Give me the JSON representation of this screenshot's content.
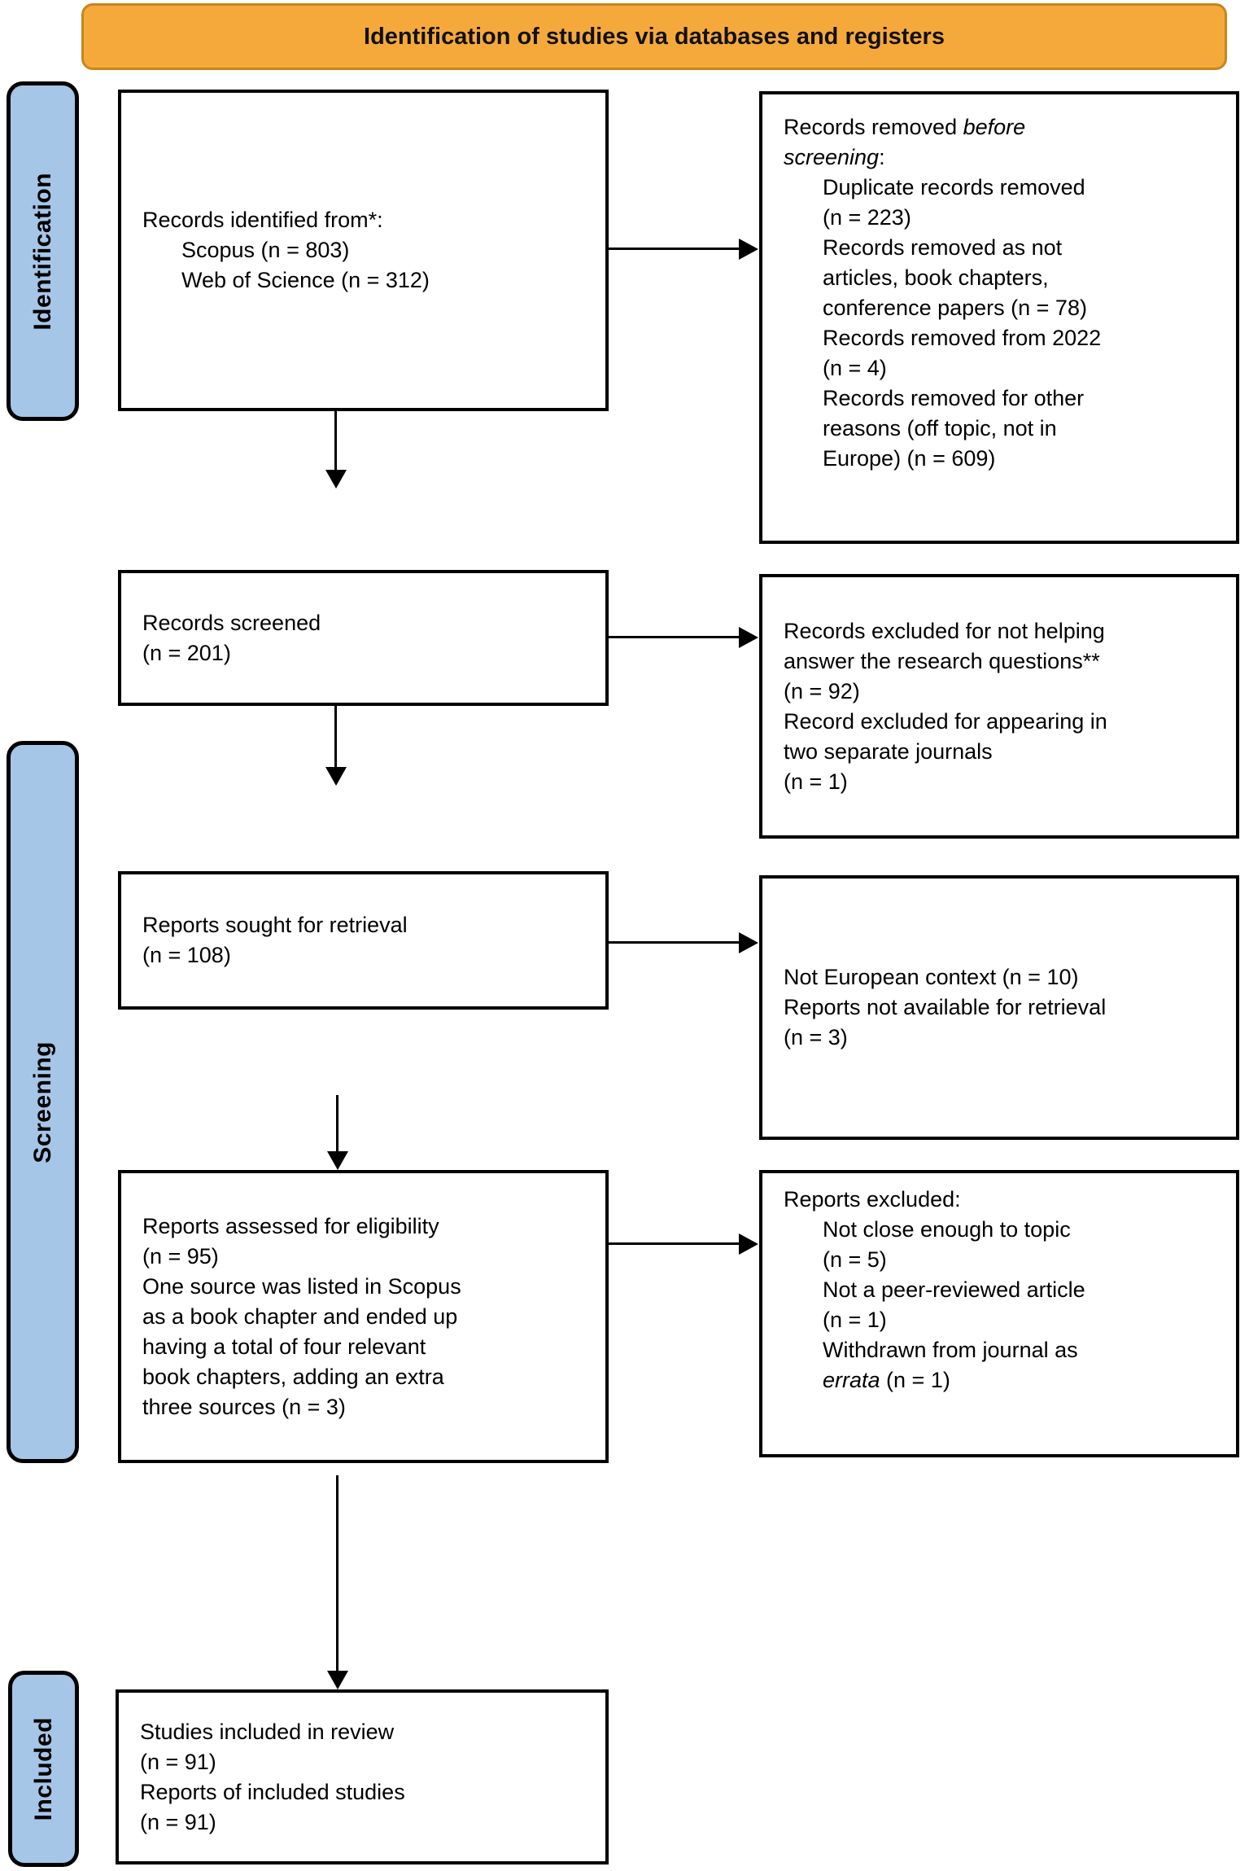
{
  "banner": {
    "title": "Identification of studies via databases and registers"
  },
  "stages": [
    {
      "id": "identification",
      "label": "Identification"
    },
    {
      "id": "screening",
      "label": "Screening"
    },
    {
      "id": "included",
      "label": "Included"
    }
  ],
  "colors": {
    "banner_bg": "#F6A93B",
    "banner_border": "#C5861B",
    "stage_bg": "#A6C6E8",
    "line_color": "#000000",
    "box_bg": "#FFFFFF"
  },
  "boxes": {
    "records_identified": {
      "lines": [
        {
          "ind": 0,
          "seg": [
            {
              "t": "Records identified from*:"
            }
          ]
        },
        {
          "ind": 1,
          "seg": [
            {
              "t": "Scopus (n = 803)"
            }
          ]
        },
        {
          "ind": 1,
          "seg": [
            {
              "t": "Web of Science (n = 312)"
            }
          ]
        }
      ]
    },
    "records_removed_before_screening": {
      "lines": [
        {
          "ind": 0,
          "seg": [
            {
              "t": "Records removed "
            },
            {
              "t": "before",
              "it": true
            }
          ]
        },
        {
          "ind": 0,
          "seg": [
            {
              "t": "screening",
              "it": true
            },
            {
              "t": ":"
            }
          ]
        },
        {
          "ind": 1,
          "seg": [
            {
              "t": "Duplicate records removed"
            }
          ]
        },
        {
          "ind": 1,
          "seg": [
            {
              "t": "(n = 223)"
            }
          ]
        },
        {
          "ind": 1,
          "seg": [
            {
              "t": "Records removed as not"
            }
          ]
        },
        {
          "ind": 1,
          "seg": [
            {
              "t": "articles, book chapters,"
            }
          ]
        },
        {
          "ind": 1,
          "seg": [
            {
              "t": "conference papers (n = 78)"
            }
          ]
        },
        {
          "ind": 1,
          "seg": [
            {
              "t": "Records removed from 2022"
            }
          ]
        },
        {
          "ind": 1,
          "seg": [
            {
              "t": "(n = 4)"
            }
          ]
        },
        {
          "ind": 1,
          "seg": [
            {
              "t": "Records removed for other"
            }
          ]
        },
        {
          "ind": 1,
          "seg": [
            {
              "t": "reasons (off topic, not in"
            }
          ]
        },
        {
          "ind": 1,
          "seg": [
            {
              "t": "Europe) (n = 609)"
            }
          ]
        }
      ]
    },
    "records_screened": {
      "lines": [
        {
          "ind": 0,
          "seg": [
            {
              "t": "Records screened"
            }
          ]
        },
        {
          "ind": 0,
          "seg": [
            {
              "t": "(n = 201)"
            }
          ]
        }
      ]
    },
    "records_excluded": {
      "lines": [
        {
          "ind": 0,
          "seg": [
            {
              "t": "Records excluded for not helping"
            }
          ]
        },
        {
          "ind": 0,
          "seg": [
            {
              "t": "answer the research questions**"
            }
          ]
        },
        {
          "ind": 0,
          "seg": [
            {
              "t": "(n = 92)"
            }
          ]
        },
        {
          "ind": 0,
          "seg": [
            {
              "t": "Record excluded for appearing in"
            }
          ]
        },
        {
          "ind": 0,
          "seg": [
            {
              "t": "two separate journals"
            }
          ]
        },
        {
          "ind": 0,
          "seg": [
            {
              "t": "(n = 1)"
            }
          ]
        }
      ]
    },
    "reports_sought": {
      "lines": [
        {
          "ind": 0,
          "seg": [
            {
              "t": "Reports sought for retrieval"
            }
          ]
        },
        {
          "ind": 0,
          "seg": [
            {
              "t": "(n = 108)"
            }
          ]
        }
      ]
    },
    "reports_not_retrieved": {
      "lines": [
        {
          "ind": 0,
          "seg": [
            {
              "t": "Not European context (n = 10)"
            }
          ]
        },
        {
          "ind": 0,
          "seg": [
            {
              "t": "Reports not available for retrieval"
            }
          ]
        },
        {
          "ind": 0,
          "seg": [
            {
              "t": "(n = 3)"
            }
          ]
        }
      ]
    },
    "reports_assessed": {
      "lines": [
        {
          "ind": 0,
          "seg": [
            {
              "t": "Reports assessed for eligibility"
            }
          ]
        },
        {
          "ind": 0,
          "seg": [
            {
              "t": "(n = 95)"
            }
          ]
        },
        {
          "ind": 0,
          "seg": [
            {
              "t": "One source was listed in Scopus"
            }
          ]
        },
        {
          "ind": 0,
          "seg": [
            {
              "t": "as a book chapter and ended up"
            }
          ]
        },
        {
          "ind": 0,
          "seg": [
            {
              "t": "having a total of four relevant"
            }
          ]
        },
        {
          "ind": 0,
          "seg": [
            {
              "t": "book chapters, adding an extra"
            }
          ]
        },
        {
          "ind": 0,
          "seg": [
            {
              "t": "three sources (n = 3)"
            }
          ]
        }
      ]
    },
    "reports_excluded": {
      "lines": [
        {
          "ind": 0,
          "seg": [
            {
              "t": "Reports excluded:"
            }
          ]
        },
        {
          "ind": 1,
          "seg": [
            {
              "t": "Not close enough to topic"
            }
          ]
        },
        {
          "ind": 1,
          "seg": [
            {
              "t": "(n = 5)"
            }
          ]
        },
        {
          "ind": 1,
          "seg": [
            {
              "t": "Not a peer-reviewed article"
            }
          ]
        },
        {
          "ind": 1,
          "seg": [
            {
              "t": "(n = 1)"
            }
          ]
        },
        {
          "ind": 1,
          "seg": [
            {
              "t": "Withdrawn from journal as"
            }
          ]
        },
        {
          "ind": 1,
          "seg": [
            {
              "t": "errata",
              "it": true
            },
            {
              "t": " (n = 1)"
            }
          ]
        }
      ]
    },
    "studies_included": {
      "lines": [
        {
          "ind": 0,
          "seg": [
            {
              "t": "Studies included in review"
            }
          ]
        },
        {
          "ind": 0,
          "seg": [
            {
              "t": "(n = 91)"
            }
          ]
        },
        {
          "ind": 0,
          "seg": [
            {
              "t": "Reports of included studies"
            }
          ]
        },
        {
          "ind": 0,
          "seg": [
            {
              "t": "(n = 91)"
            }
          ]
        }
      ]
    }
  }
}
